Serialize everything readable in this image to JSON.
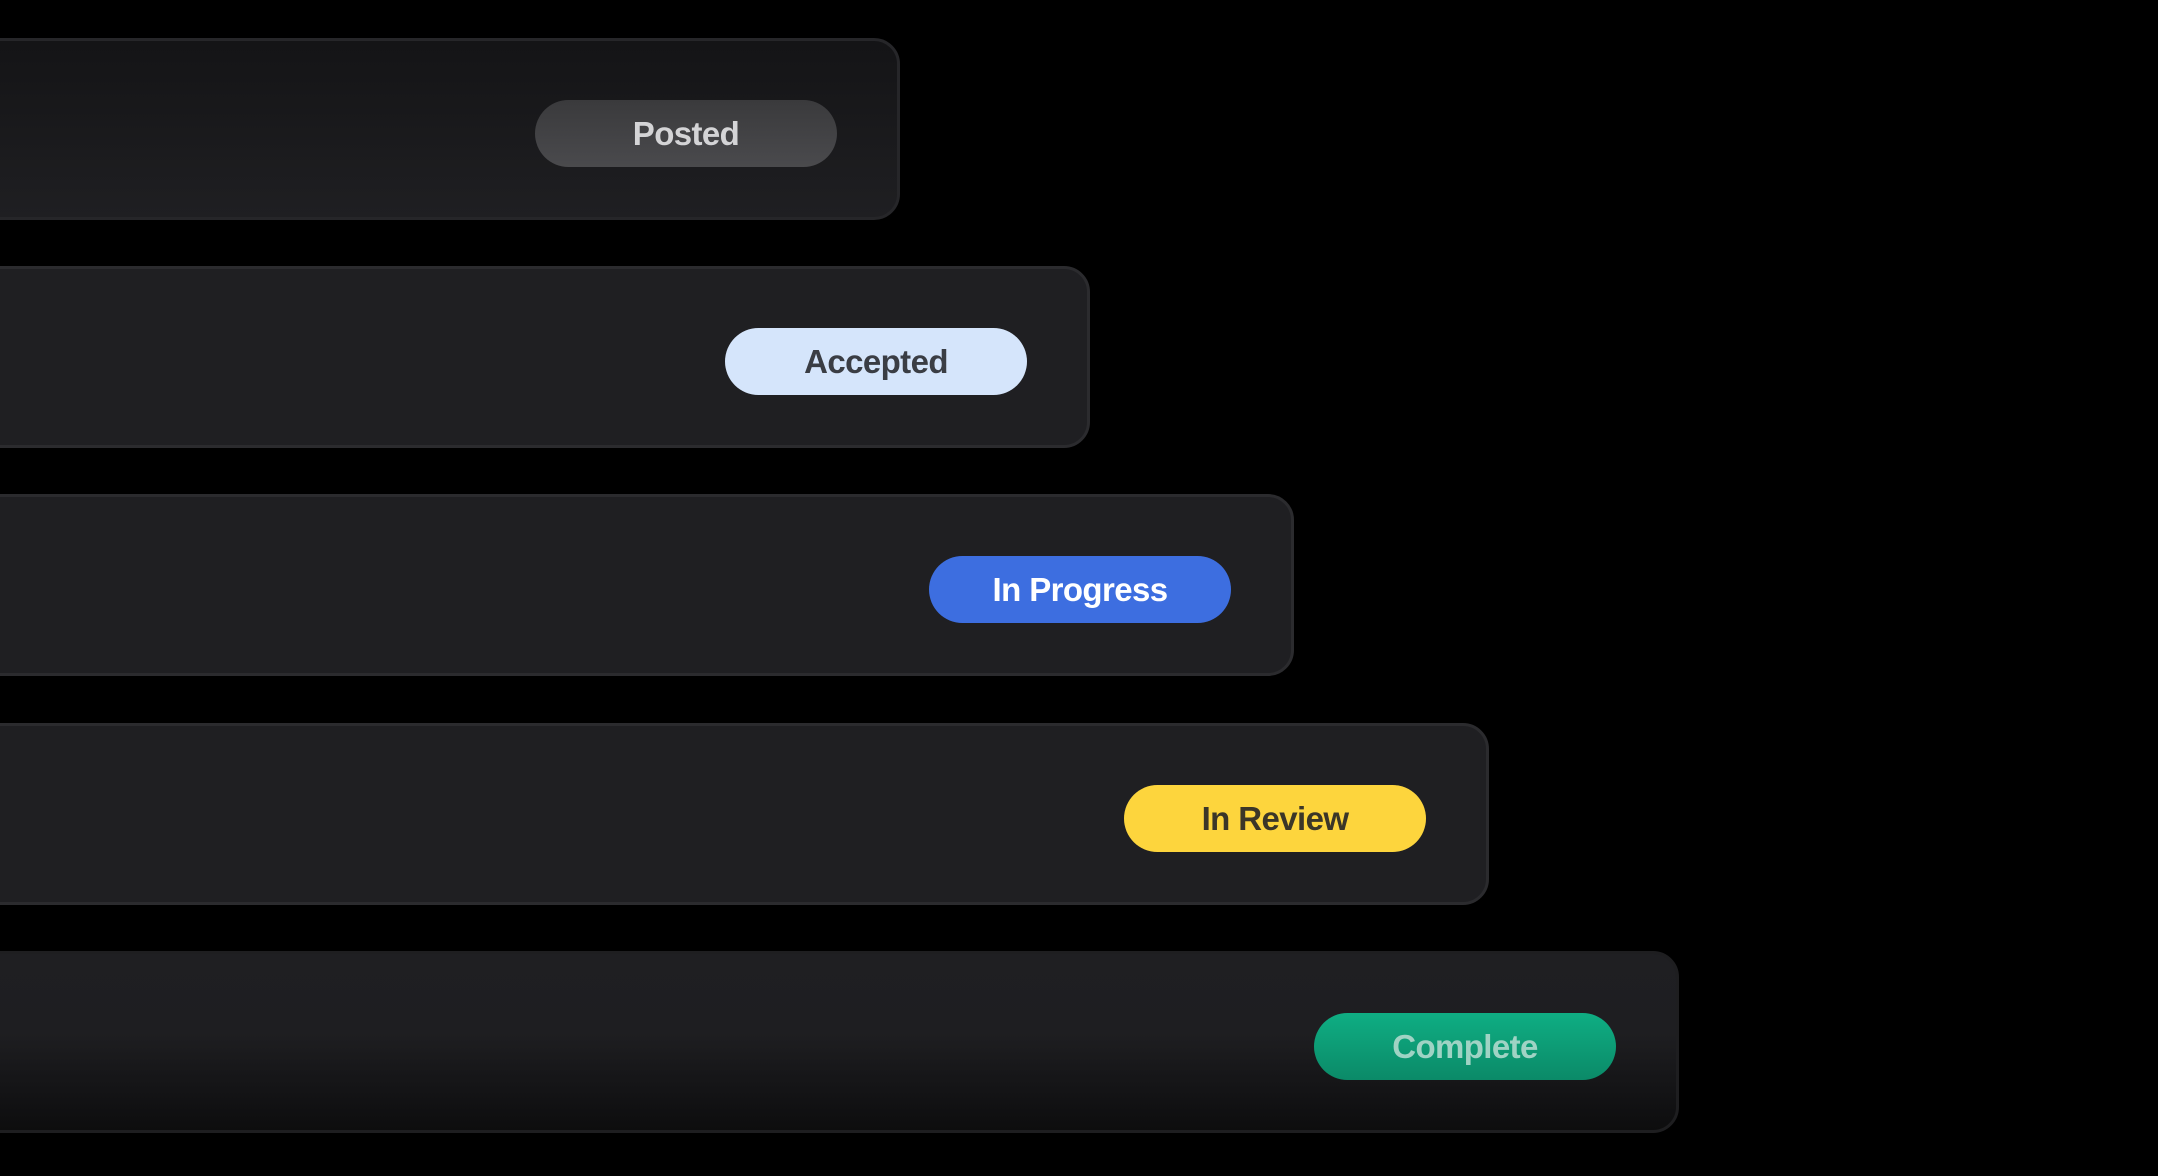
{
  "status_rows": [
    {
      "label": "Posted",
      "pill_bg": "#3a3a3c",
      "pill_bg_end": "#4a4a4d",
      "text_color": "#d4d4d6",
      "variant": "top-fade"
    },
    {
      "label": "Accepted",
      "pill_bg": "#d5e5fb",
      "pill_bg_end": "#d5e5fb",
      "text_color": "#3a3d44",
      "variant": "plain"
    },
    {
      "label": "In Progress",
      "pill_bg": "#3d6ee0",
      "pill_bg_end": "#3d6ee0",
      "text_color": "#ffffff",
      "variant": "plain"
    },
    {
      "label": "In Review",
      "pill_bg": "#fdd53d",
      "pill_bg_end": "#fdd53d",
      "text_color": "#3b3628",
      "variant": "plain"
    },
    {
      "label": "Complete",
      "pill_bg": "#0fae83",
      "pill_bg_end": "#0b8a68",
      "text_color": "#9fd3c4",
      "variant": "bottom-fade"
    }
  ]
}
